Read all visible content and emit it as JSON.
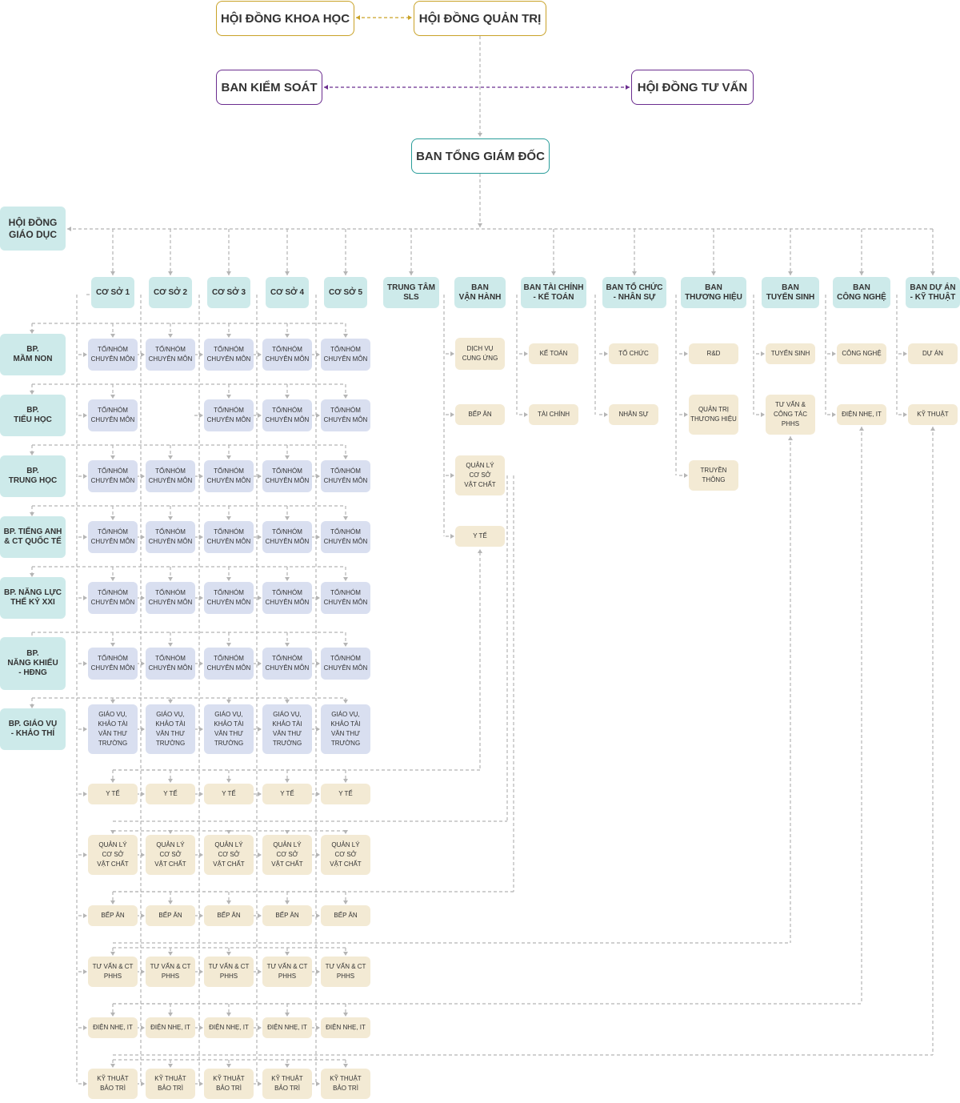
{
  "top": {
    "scientific_council": "HỘI ĐỒNG KHOA HỌC",
    "board": "HỘI ĐỒNG QUẢN TRỊ",
    "control_board": "BAN KIỂM SOÁT",
    "advisory_council": "HỘI ĐỒNG TƯ VẤN",
    "ceo_board": "BAN TỔNG GIÁM ĐỐC",
    "education_council": "HỘI ĐỒNG\nGIÁO DỤC"
  },
  "campuses": [
    "CƠ SỞ 1",
    "CƠ SỞ 2",
    "CƠ SỞ 3",
    "CƠ SỞ 4",
    "CƠ SỞ 5"
  ],
  "departments": [
    "TRUNG TÂM\nSLS",
    "BAN\nVẬN HÀNH",
    "BAN TÀI CHÍNH\n- KẾ TOÁN",
    "BAN TỔ CHỨC\n- NHÂN SỰ",
    "BAN\nTHƯƠNG HIỆU",
    "BAN\nTUYỂN SINH",
    "BAN\nCÔNG NGHỆ",
    "BAN DỰ ÁN\n- KỸ THUẬT"
  ],
  "divisions": [
    "BP.\nMẦM NON",
    "BP.\nTIỂU HỌC",
    "BP.\nTRUNG HỌC",
    "BP. TIẾNG ANH\n& CT QUỐC TẾ",
    "BP. NĂNG LỰC\nTHẾ KỶ XXI",
    "BP.\nNĂNG KHIẾU\n- HĐNG",
    "BP. GIÁO VỤ\n- KHẢO THÍ"
  ],
  "cells": {
    "team": "TỔ/NHÓM\nCHUYÊN MÔN",
    "academic": "GIÁO VỤ,\nKHẢO TÀI\nVĂN THƯ\nTRƯỜNG"
  },
  "service_rows": [
    "Y TẾ",
    "QUẢN LÝ\nCƠ SỞ\nVẬT CHẤT",
    "BẾP ĂN",
    "TƯ VẤN & CT\nPHHS",
    "ĐIỆN NHẸ, IT",
    "KỸ THUẬT\nBẢO TRÌ"
  ],
  "sub_units": {
    "operations": [
      "DỊCH VỤ\nCUNG ỨNG",
      "BẾP ĂN",
      "QUẢN LÝ\nCƠ SỞ\nVẬT CHẤT",
      "Y TẾ"
    ],
    "finance": [
      "KẾ TOÁN",
      "TÀI CHÍNH"
    ],
    "hr": [
      "TỔ CHỨC",
      "NHÂN SỰ"
    ],
    "brand": [
      "R&D",
      "QUẢN TRỊ\nTHƯƠNG HIỆU",
      "TRUYỀN\nTHÔNG"
    ],
    "admissions": [
      "TUYỂN SINH",
      "TƯ VẤN &\nCÔNG TÁC\nPHHS"
    ],
    "technology": [
      "CÔNG NGHỆ",
      "ĐIỆN NHẸ, IT"
    ],
    "projects": [
      "DỰ ÁN",
      "KỸ THUẬT"
    ]
  },
  "colors": {
    "gold": "#c9a227",
    "purple": "#6b2d8f",
    "teal": "#2a9d9a",
    "header_fill": "#cdeaea",
    "team_fill": "#d9dff0",
    "service_fill": "#f3ead4",
    "connector": "#b5b5b5"
  }
}
